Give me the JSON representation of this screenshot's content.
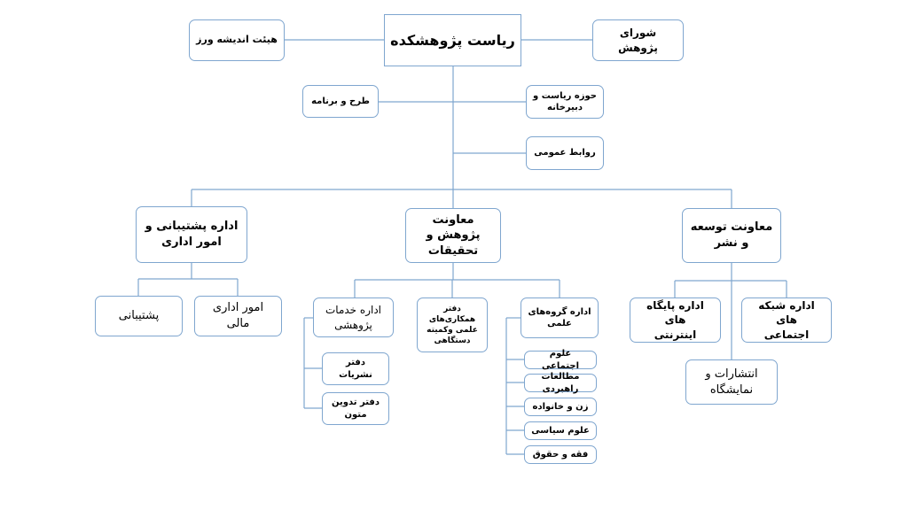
{
  "diagram": {
    "line_color": "#7fa6cf",
    "border_color": "#7fa6cf",
    "nodes": {
      "head": "ریاست پژوهشکده",
      "board": "هیئت اندیشه ورز",
      "council": "شورای پژوهش",
      "plan": "طرح و برنامه",
      "office": "حوزه ریاست و\nدبیرخانه",
      "pr": "روابط عمومی",
      "support": "اداره پشتیبانی و\nامور اداری",
      "research": "معاونت\nپژوهش و\nتحقیقات",
      "development": "معاونت توسعه\nو نشر",
      "backing": "پشتیبانی",
      "finance": "امور اداری\nمالی",
      "services": "اداره خدمات\nپژوهشی",
      "cooperation": "دفتر همکاری‌های\nعلمی وکمیته\nدستگاهی",
      "groups": "اداره گروه‌های\nعلمی",
      "portals": "اداره پایگاه های\nاینترنتی",
      "networks": "اداره شبکه های\nاجتماعی",
      "publishing": "انتشارات و\nنمایشگاه",
      "pub_office": "دفتر نشریات",
      "compile_office": "دفتر تدوین\nمتون",
      "social_sci": "علوم اجتماعی",
      "strategic": "مطالعات راهبردی",
      "family": "زن و خانواده",
      "political": "علوم سیاسی",
      "law": "فقه و حقوق"
    }
  }
}
